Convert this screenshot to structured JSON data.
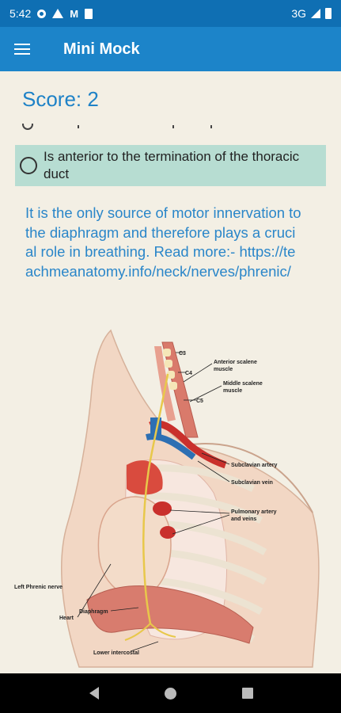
{
  "status_bar": {
    "time": "5:42",
    "mail_glyph": "M",
    "network": "3G",
    "icons": [
      "gear-icon",
      "assistant-icon",
      "mail-icon",
      "sim-card-icon",
      "signal-icon",
      "battery-icon"
    ]
  },
  "app_bar": {
    "title": "Mini Mock",
    "menu_icon": "hamburger-menu-icon"
  },
  "quiz": {
    "score_label": "Score: 2",
    "selected_option": "Is anterior to the termination of the thoracic duct",
    "explanation": "It is the only source of motor innervation to the diaphragm and therefore plays a crucial role in breathing. Read more:- https://teachmeanatomy.info/neck/nerves/phrenic/"
  },
  "figure": {
    "labels": {
      "c3": "C3",
      "c4": "C4",
      "c5": "C5",
      "anterior_scalene": "Anterior scalene",
      "anterior_scalene_2": "muscle",
      "middle_scalene": "Middle scalene",
      "middle_scalene_2": "muscle",
      "subclavian_artery": "Subclavian artery",
      "subclavian_vein": "Subclavian vein",
      "pulmonary": "Pulmonary artery",
      "pulmonary_2": "and veins",
      "left_phrenic": "Left Phrenic nerve",
      "heart": "Heart",
      "diaphragm": "Diaphragm",
      "lower_intercostal": "Lower intercostal"
    }
  },
  "colors": {
    "status_bar": "#0f6fb3",
    "app_bar": "#1c84c9",
    "background": "#f3efe4",
    "accent_text": "#2a86c9",
    "option_highlight": "#b7ddd2"
  },
  "nav_bar": {
    "icons": [
      "back-icon",
      "home-icon",
      "recents-icon"
    ]
  }
}
